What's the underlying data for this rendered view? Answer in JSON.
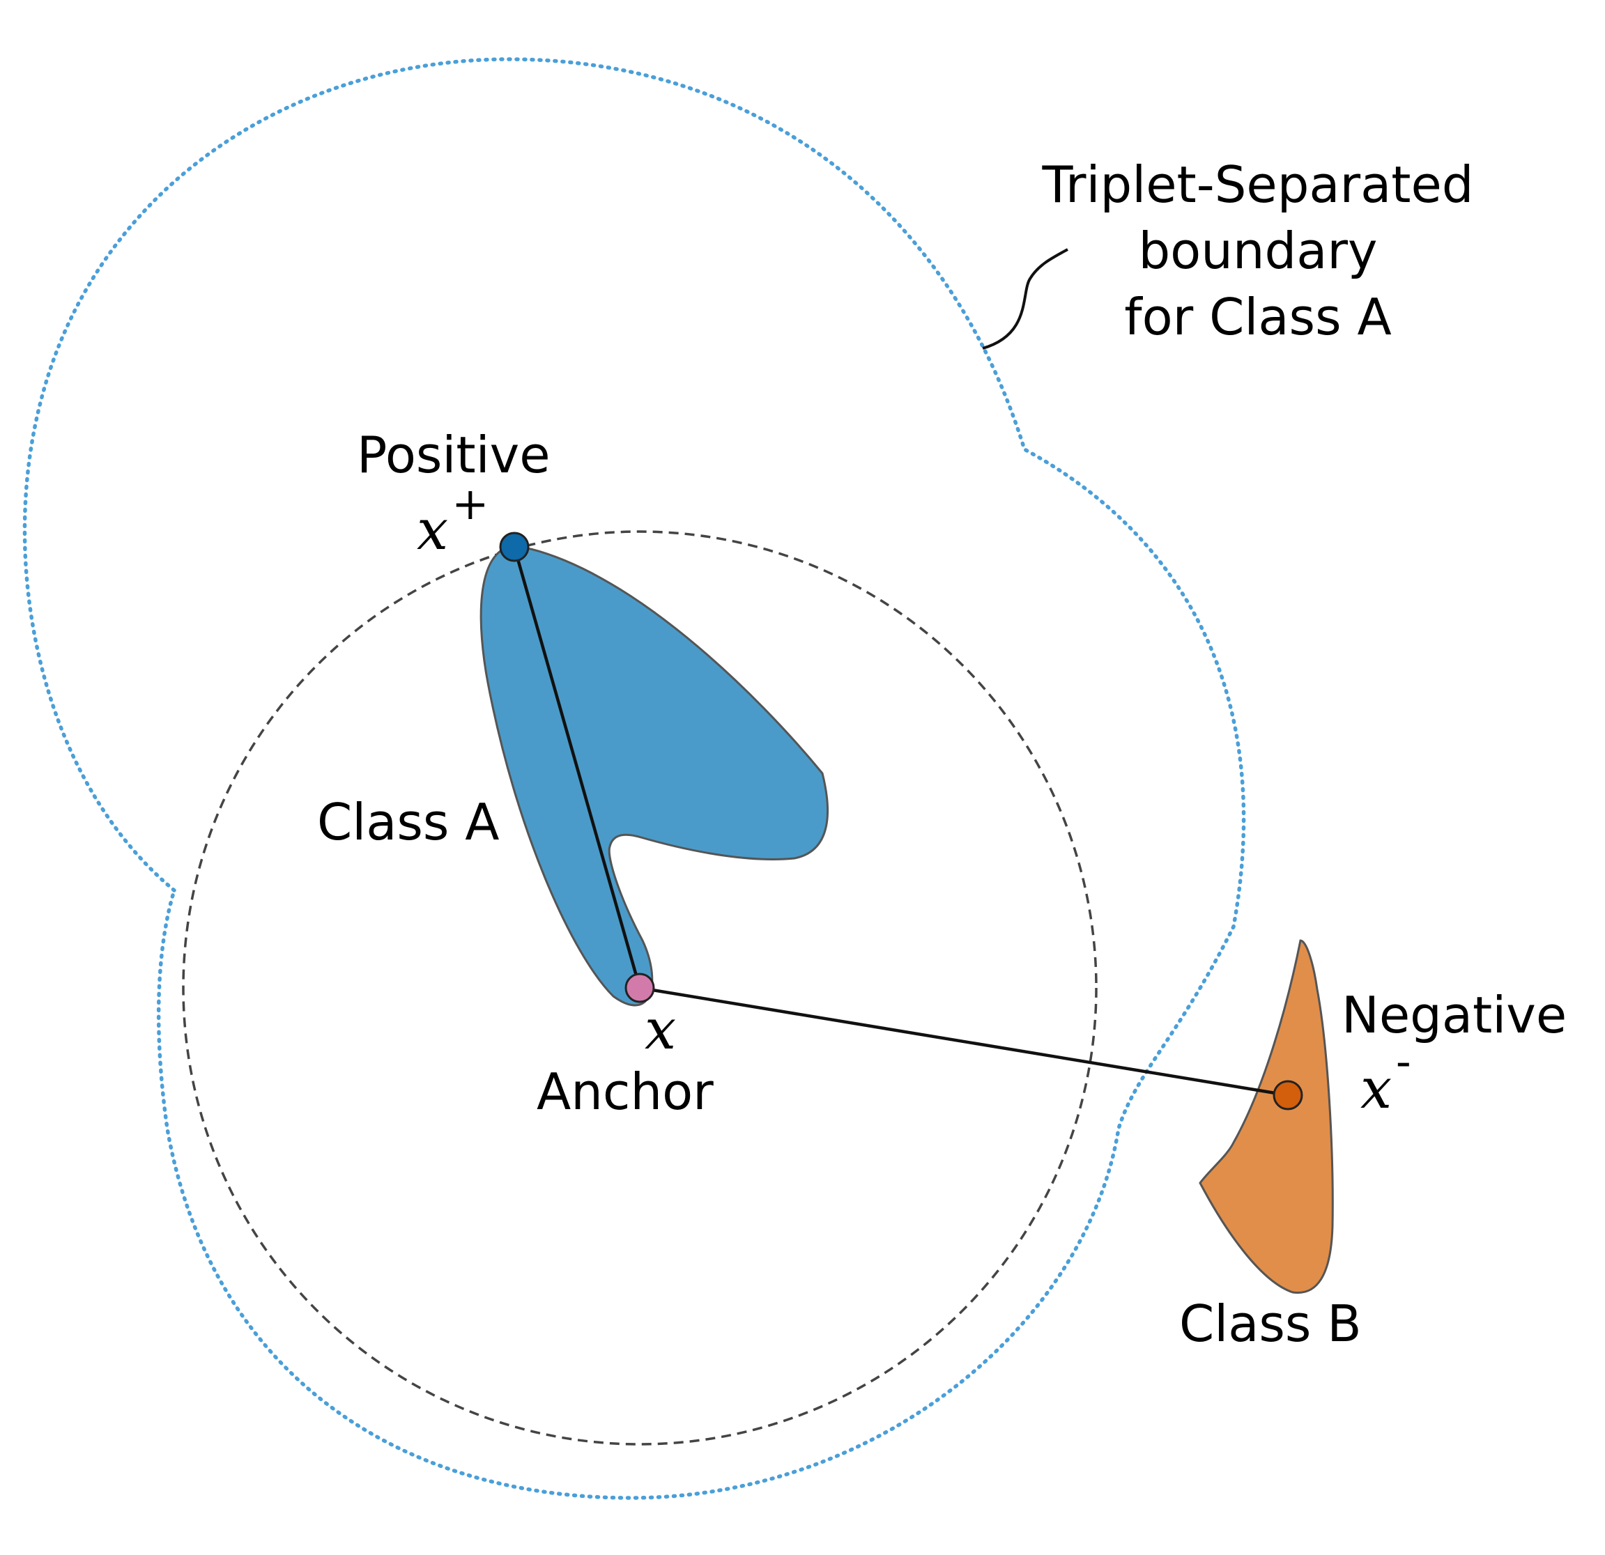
{
  "labels": {
    "boundary_line1": "Triplet-Separated",
    "boundary_line2": "boundary",
    "boundary_line3": "for Class A",
    "positive": "Positive",
    "positive_symbol": "x",
    "positive_superscript": "+",
    "class_a": "Class A",
    "anchor_symbol": "x",
    "anchor": "Anchor",
    "negative": "Negative",
    "negative_symbol": "x",
    "negative_superscript": "-",
    "class_b": "Class B"
  },
  "colors": {
    "class_a_fill": "#4a9bc9",
    "class_b_fill": "#e18e4a",
    "boundary": "#4a9fd8",
    "positive_point": "#0e6aa8",
    "anchor_point": "#d27bab",
    "negative_point": "#d35e0b",
    "margin_circle": "#444444",
    "lines": "#111111"
  }
}
